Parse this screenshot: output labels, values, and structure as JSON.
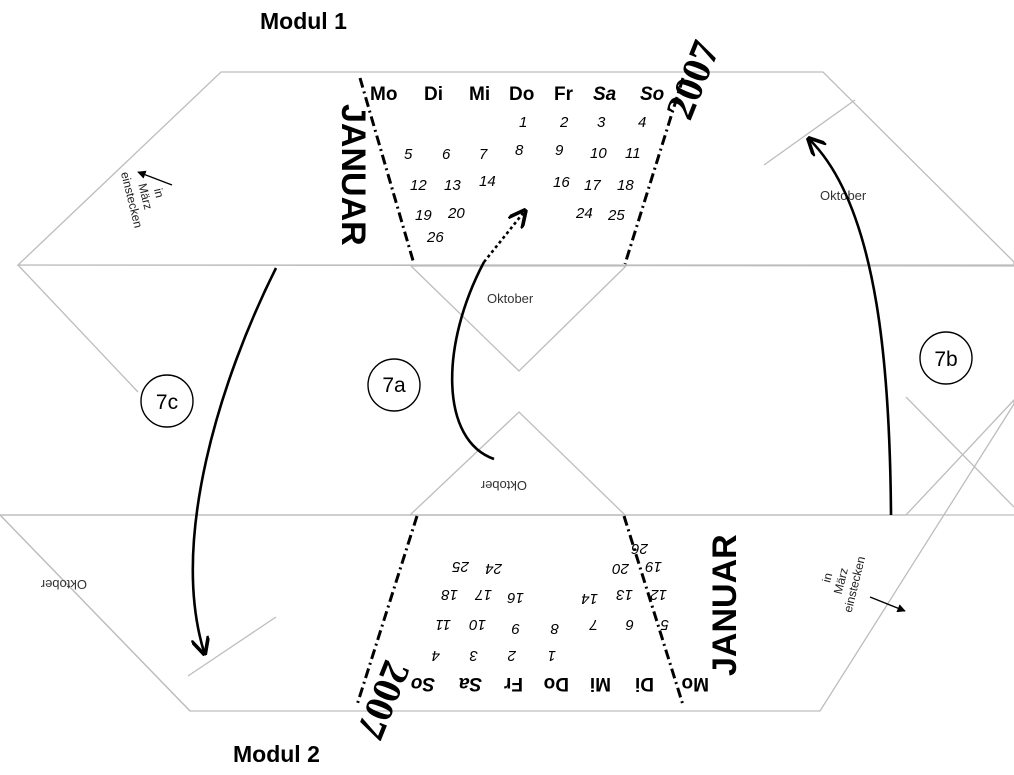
{
  "modules": {
    "top_title": "Modul 1",
    "bottom_title": "Modul 2"
  },
  "calendar": {
    "month": "JANUAR",
    "year": "2007",
    "weekdays": [
      "Mo",
      "Di",
      "Mi",
      "Do",
      "Fr",
      "Sa",
      "So"
    ],
    "days": [
      "1",
      "2",
      "3",
      "4",
      "5",
      "6",
      "7",
      "8",
      "9",
      "10",
      "11",
      "12",
      "13",
      "14",
      "16",
      "17",
      "18",
      "19",
      "20",
      "24",
      "25",
      "26"
    ]
  },
  "labels": {
    "flap_right_top": "Oktober",
    "flap_center_top": "Oktober",
    "flap_center_bottom": "Oktober",
    "flap_left_bottom": "Oktober",
    "insert_note_top": [
      "in",
      "März",
      "einstecken"
    ],
    "insert_note_bottom": [
      "in",
      "März",
      "einstecken"
    ]
  },
  "steps": {
    "a": "7a",
    "b": "7b",
    "c": "7c"
  }
}
